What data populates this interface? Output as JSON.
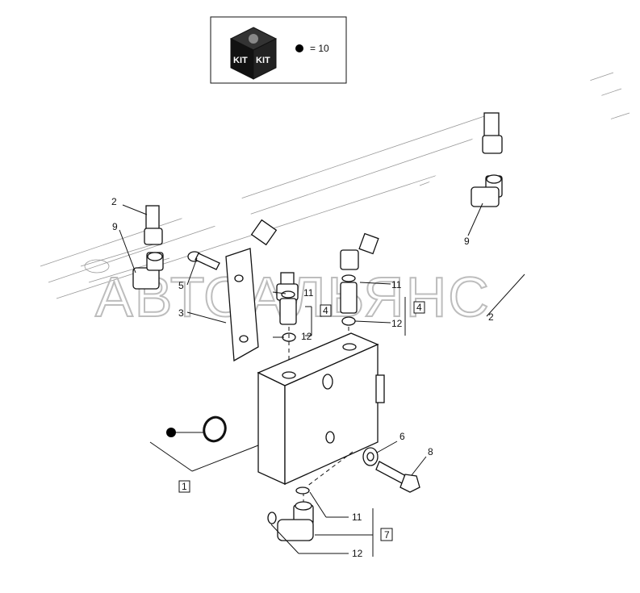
{
  "kit": {
    "kit_left": "KIT",
    "kit_right": "KIT",
    "legend_text": "= 10",
    "dot_color": "#000000"
  },
  "watermark": "АВТОАЛЬЯНС",
  "callouts": {
    "c2_left": "2",
    "c9_left": "9",
    "c5": "5",
    "c3": "3",
    "c11_a": "11",
    "c4_a": "4",
    "c12_a": "12",
    "c11_b": "11",
    "c4_b": "4",
    "c12_b": "12",
    "c9_right": "9",
    "c2_right": "2",
    "c1": "1",
    "c6": "6",
    "c8": "8",
    "c11_c": "11",
    "c7": "7",
    "c12_c": "12"
  }
}
